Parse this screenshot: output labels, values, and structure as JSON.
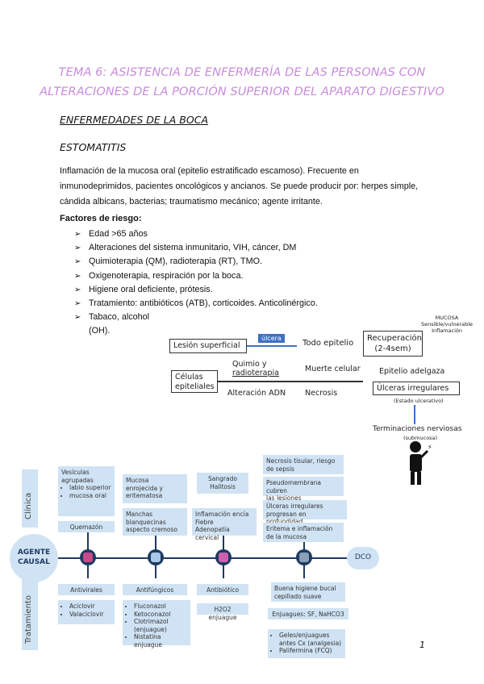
{
  "title": {
    "line1": "TEMA 6: ASISTENCIA DE ENFERMERÍA DE LAS PERSONAS CON",
    "line2": "ALTERACIONES DE LA PORCIÓN SUPERIOR DEL APARATO DIGESTIVO"
  },
  "section_heading": "ENFERMEDADES DE LA BOCA",
  "subsection_heading": "ESTOMATITIS",
  "paragraph": "Inflamación de la mucosa oral (epitelio estratificado escamoso). Frecuente en inmunodeprimidos, pacientes oncológicos y ancianos. Se puede producir por: herpes simple, cándida albicans, bacterias; traumatismo mecánico; agente irritante.",
  "risk_factors": {
    "heading": "Factores de riesgo:",
    "items": [
      "Edad >65 años",
      "Alteraciones del sistema inmunitario, VIH, cáncer, DM",
      "Quimioterapia (QM), radioterapia (RT), TMO.",
      "Oxigenoterapia, respiración por la boca.",
      "Higiene oral deficiente, prótesis.",
      "Tratamiento: antibióticos (ATB), corticoides. Anticolinérgico.",
      "Tabaco, alcohol (OH)."
    ]
  },
  "hand_diagram": {
    "mucosa_note": [
      "MUCOSA",
      "Sensible/vulnerable",
      "Inflamación"
    ],
    "lesion": "Lesión superficial",
    "ulcera_tag": "úlcera",
    "todo_epitelio": "Todo epitelio",
    "recuperacion": [
      "Recuperación",
      "(2-4sem)"
    ],
    "celulas": [
      "Células",
      "epiteliales"
    ],
    "quimio": [
      "Quimio y",
      "radioterapia"
    ],
    "muerte": "Muerte celular",
    "alteracion": "Alteración ADN",
    "necrosis": "Necrosis",
    "epitelio_adelgaza": "Epitelio adelgaza",
    "ulceras_irregulares": "Úlceras irregulares",
    "estado_ulcerativo": "(Estado ulcerativo)",
    "terminaciones": "Terminaciones nerviosas",
    "submucosa": "(submucosa)"
  },
  "concept_map": {
    "clinica_label": "Clínica",
    "tratamiento_label": "Tratamiento",
    "agente": [
      "AGENTE",
      "CAUSAL"
    ],
    "dco": "DCO",
    "page_number": "1",
    "col1_top": {
      "title": [
        "Vesículas",
        "agrupadas"
      ],
      "items": [
        "labio superior",
        "mucosa oral"
      ]
    },
    "col1_mid": "Quemazón",
    "col1_t1": "Antivirales",
    "col1_t2": [
      "Aciclovir",
      "Valaciclovir"
    ],
    "col2_top": [
      "Mucosa",
      "enrojecida y",
      "eritematosa"
    ],
    "col2_mid": [
      "Manchas",
      "blanquecinas",
      "aspecto cremoso"
    ],
    "col2_t1": "Antifúngicos",
    "col2_t2": [
      "Fluconazol",
      "Ketoconazol",
      "Clotrimazol (enjuague)",
      "Nistatina enjuague"
    ],
    "col3_top": [
      "Sangrado",
      "Halitosis"
    ],
    "col3_mid": [
      "Inflamación encía",
      "Fiebre",
      "Adenopatía cervical"
    ],
    "col3_t1": "Antibiótico",
    "col3_t2": "H2O2 enjuague",
    "col4_1": [
      "Necrosis tisular, riesgo",
      "de sepsis"
    ],
    "col4_2": [
      "Pseudomembrana cubren",
      "las lesiones"
    ],
    "col4_3": [
      "Úlceras irregulares",
      "progresan en profundidad"
    ],
    "col4_4": [
      "Eritema e inflamación",
      "de la mucosa"
    ],
    "col4_t1": [
      "Buena higiene bucal",
      "cepillado suave"
    ],
    "col4_t2": "Enjuagues: SF, NaHCO3",
    "col4_t3": [
      "Geles/enjuagues antes Cx (analgesia)",
      "Palifermina (FCQ)"
    ]
  }
}
